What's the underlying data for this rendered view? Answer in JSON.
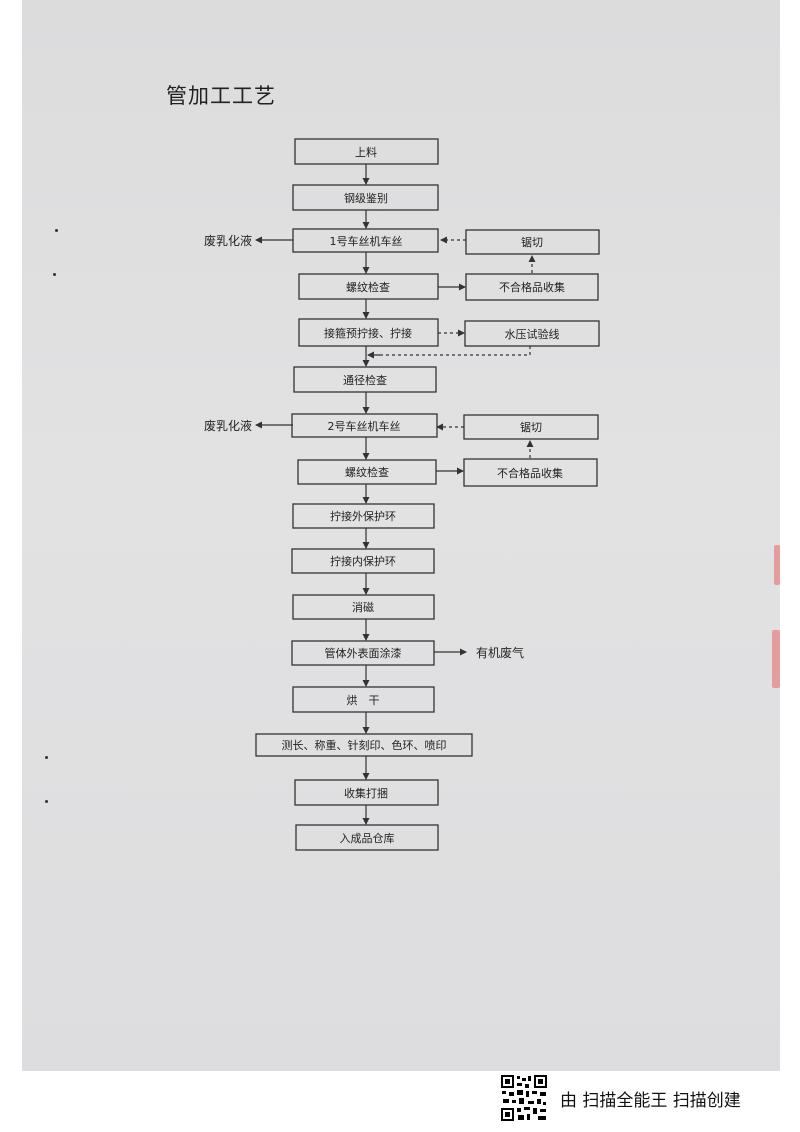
{
  "document": {
    "title": "管加工工艺",
    "steps": [
      {
        "label": "上料"
      },
      {
        "label": "钢级鉴别"
      },
      {
        "label": "1号车丝机车丝"
      },
      {
        "label": "螺纹检查"
      },
      {
        "label": "接箍预拧接、拧接"
      },
      {
        "label": "通径检查"
      },
      {
        "label": "2号车丝机车丝"
      },
      {
        "label": "螺纹检查"
      },
      {
        "label": "拧接外保护环"
      },
      {
        "label": "拧接内保护环"
      },
      {
        "label": "消磁"
      },
      {
        "label": "管体外表面涂漆"
      },
      {
        "label": "烘　干"
      },
      {
        "label": "测长、称重、针刻印、色环、喷印"
      },
      {
        "label": "收集打捆"
      },
      {
        "label": "入成品仓库"
      }
    ],
    "right_boxes": [
      {
        "label": "锯切"
      },
      {
        "label": "不合格品收集"
      },
      {
        "label": "水压试验线"
      },
      {
        "label": "锯切"
      },
      {
        "label": "不合格品收集"
      }
    ],
    "side_outputs": [
      {
        "label": "废乳化液"
      },
      {
        "label": "废乳化液"
      },
      {
        "label": "有机废气"
      }
    ]
  },
  "footer": {
    "text": "由 扫描全能王 扫描创建",
    "icon": "qr-code-icon"
  }
}
